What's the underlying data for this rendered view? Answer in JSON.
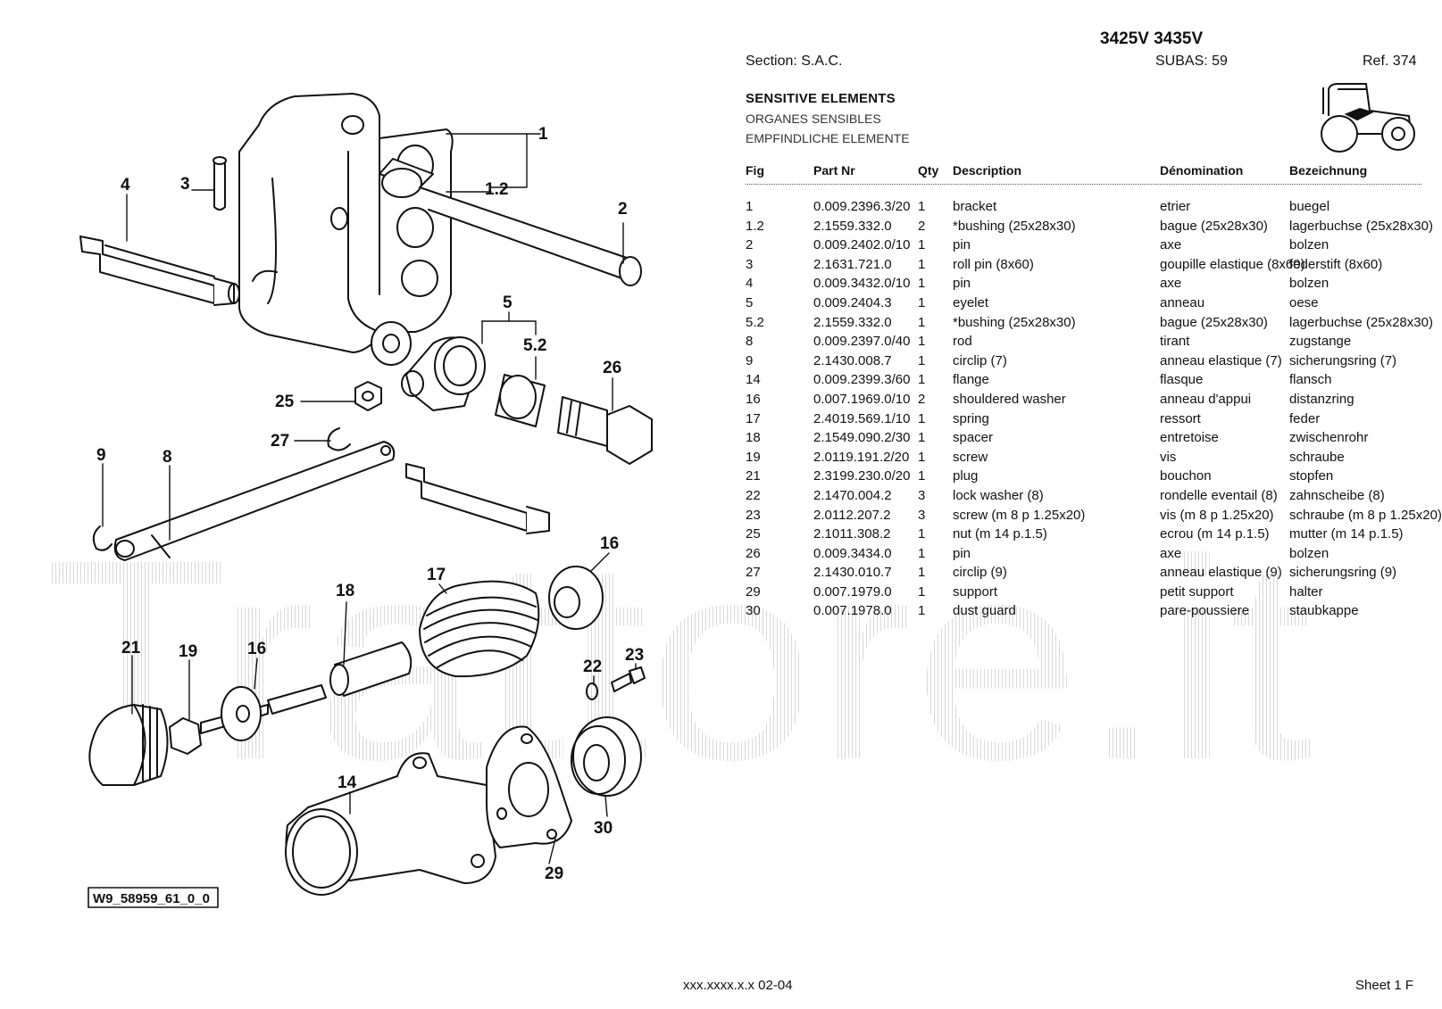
{
  "header": {
    "model": "3425V 3435V",
    "section": "Section: S.A.C.",
    "subas": "SUBAS: 59",
    "ref": "Ref. 374",
    "title": "SENSITIVE ELEMENTS",
    "title_fr": "ORGANES SENSIBLES",
    "title_de": "EMPFINDLICHE ELEMENTE"
  },
  "table": {
    "headers": {
      "fig": "Fig",
      "part": "Part Nr",
      "qty": "Qty",
      "desc": "Description",
      "den": "Dénomination",
      "bez": "Bezeichnung"
    },
    "rows": [
      {
        "fig": "1",
        "part": "0.009.2396.3/20",
        "qty": "1",
        "desc": "bracket",
        "den": "etrier",
        "bez": "buegel"
      },
      {
        "fig": "1.2",
        "part": "2.1559.332.0",
        "qty": "2",
        "desc": "*bushing (25x28x30)",
        "den": "bague (25x28x30)",
        "bez": "lagerbuchse (25x28x30)"
      },
      {
        "fig": "2",
        "part": "0.009.2402.0/10",
        "qty": "1",
        "desc": "pin",
        "den": "axe",
        "bez": "bolzen"
      },
      {
        "fig": "3",
        "part": "2.1631.721.0",
        "qty": "1",
        "desc": "roll pin (8x60)",
        "den": "goupille elastique (8x60)",
        "bez": "federstift (8x60)"
      },
      {
        "fig": "4",
        "part": "0.009.3432.0/10",
        "qty": "1",
        "desc": "pin",
        "den": "axe",
        "bez": "bolzen"
      },
      {
        "fig": "5",
        "part": "0.009.2404.3",
        "qty": "1",
        "desc": "eyelet",
        "den": "anneau",
        "bez": "oese"
      },
      {
        "fig": "5.2",
        "part": "2.1559.332.0",
        "qty": "1",
        "desc": "*bushing (25x28x30)",
        "den": "bague (25x28x30)",
        "bez": "lagerbuchse (25x28x30)"
      },
      {
        "fig": "8",
        "part": "0.009.2397.0/40",
        "qty": "1",
        "desc": "rod",
        "den": "tirant",
        "bez": "zugstange"
      },
      {
        "fig": "9",
        "part": "2.1430.008.7",
        "qty": "1",
        "desc": "circlip (7)",
        "den": "anneau elastique (7)",
        "bez": "sicherungsring (7)"
      },
      {
        "fig": "14",
        "part": "0.009.2399.3/60",
        "qty": "1",
        "desc": "flange",
        "den": "flasque",
        "bez": "flansch"
      },
      {
        "fig": "16",
        "part": "0.007.1969.0/10",
        "qty": "2",
        "desc": "shouldered washer",
        "den": "anneau d'appui",
        "bez": "distanzring"
      },
      {
        "fig": "17",
        "part": "2.4019.569.1/10",
        "qty": "1",
        "desc": "spring",
        "den": "ressort",
        "bez": "feder"
      },
      {
        "fig": "18",
        "part": "2.1549.090.2/30",
        "qty": "1",
        "desc": "spacer",
        "den": "entretoise",
        "bez": "zwischenrohr"
      },
      {
        "fig": "19",
        "part": "2.0119.191.2/20",
        "qty": "1",
        "desc": "screw",
        "den": "vis",
        "bez": "schraube"
      },
      {
        "fig": "21",
        "part": "2.3199.230.0/20",
        "qty": "1",
        "desc": "plug",
        "den": "bouchon",
        "bez": "stopfen"
      },
      {
        "fig": "22",
        "part": "2.1470.004.2",
        "qty": "3",
        "desc": "lock washer (8)",
        "den": "rondelle eventail (8)",
        "bez": "zahnscheibe (8)"
      },
      {
        "fig": "23",
        "part": "2.0112.207.2",
        "qty": "3",
        "desc": "screw (m 8 p 1.25x20)",
        "den": "vis (m 8 p 1.25x20)",
        "bez": "schraube (m 8 p 1.25x20)"
      },
      {
        "fig": "25",
        "part": "2.1011.308.2",
        "qty": "1",
        "desc": "nut (m 14 p.1.5)",
        "den": "ecrou (m 14 p.1.5)",
        "bez": "mutter (m 14 p.1.5)"
      },
      {
        "fig": "26",
        "part": "0.009.3434.0",
        "qty": "1",
        "desc": "pin",
        "den": "axe",
        "bez": "bolzen"
      },
      {
        "fig": "27",
        "part": "2.1430.010.7",
        "qty": "1",
        "desc": "circlip (9)",
        "den": "anneau elastique (9)",
        "bez": "sicherungsring (9)"
      },
      {
        "fig": "29",
        "part": "0.007.1979.0",
        "qty": "1",
        "desc": "support",
        "den": "petit support",
        "bez": "halter"
      },
      {
        "fig": "30",
        "part": "0.007.1978.0",
        "qty": "1",
        "desc": "dust guard",
        "den": "pare-poussiere",
        "bez": "staubkappe"
      }
    ]
  },
  "diagram": {
    "drawing_id": "W9_58959_61_0_0",
    "callouts": [
      "1",
      "1.2",
      "2",
      "3",
      "4",
      "5",
      "5.2",
      "26",
      "25",
      "27",
      "9",
      "8",
      "16",
      "17",
      "18",
      "21",
      "19",
      "16",
      "22",
      "23",
      "14",
      "29",
      "30"
    ]
  },
  "watermark": "Trattore.it",
  "footer": {
    "code": "xxx.xxxx.x.x  02-04",
    "sheet": "Sheet 1 F"
  }
}
